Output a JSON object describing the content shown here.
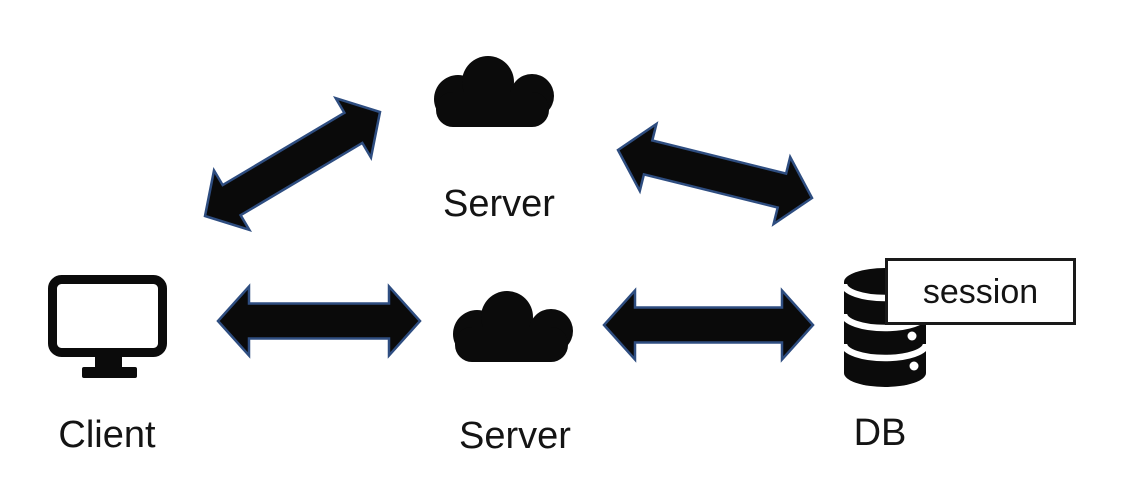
{
  "nodes": {
    "server_top": {
      "label": "Server",
      "icon": "cloud-icon"
    },
    "client": {
      "label": "Client",
      "icon": "monitor-icon"
    },
    "server_bottom": {
      "label": "Server",
      "icon": "cloud-icon"
    },
    "db": {
      "label": "DB",
      "icon": "database-icon"
    }
  },
  "annotations": {
    "session": {
      "label": "session",
      "attached_to": "db"
    }
  },
  "edges": [
    {
      "from": "client",
      "to": "server_top",
      "style": "double-headed-arrow"
    },
    {
      "from": "server_top",
      "to": "db",
      "style": "double-headed-arrow"
    },
    {
      "from": "client",
      "to": "server_bottom",
      "style": "double-headed-arrow"
    },
    {
      "from": "server_bottom",
      "to": "db",
      "style": "double-headed-arrow"
    }
  ],
  "colors": {
    "background": "#ffffff",
    "icon_fill": "#0b0b0b",
    "arrow_fill": "#0a0a0a",
    "arrow_outline": "#2e4d80",
    "text": "#141414",
    "session_box_border": "#1a1a1a",
    "session_box_background": "#ffffff"
  }
}
